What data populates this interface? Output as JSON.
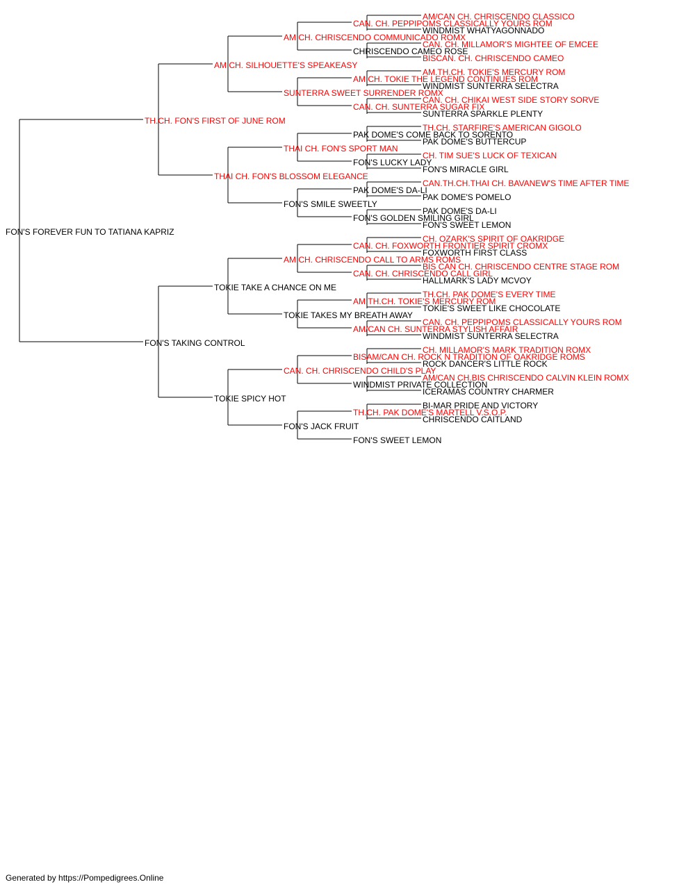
{
  "colors": {
    "champion": "#ff0000",
    "normal": "#000000",
    "line": "#000000"
  },
  "footer": "Generated by https://Pompedigrees.Online",
  "dogs": [
    {
      "name": "FON'S FOREVER FUN TO TATIANA KAPRIZ",
      "champion": false
    },
    {
      "name": "TH.CH. FON'S FIRST OF JUNE ROM",
      "champion": true
    },
    {
      "name": "FON'S TAKING CONTROL",
      "champion": false
    },
    {
      "name": "AM CH. SILHOUETTE'S SPEAKEASY",
      "champion": true
    },
    {
      "name": "THAI CH. FON'S BLOSSOM ELEGANCE",
      "champion": true
    },
    {
      "name": "TOKIE TAKE A CHANCE ON ME",
      "champion": false
    },
    {
      "name": "TOKIE SPICY HOT",
      "champion": false
    },
    {
      "name": "AM CH. CHRISCENDO COMMUNICADO ROMX",
      "champion": true
    },
    {
      "name": "SUNTERRA SWEET SURRENDER ROMX",
      "champion": true
    },
    {
      "name": "THAI CH. FON'S SPORT MAN",
      "champion": true
    },
    {
      "name": "FON'S SMILE SWEETLY",
      "champion": false
    },
    {
      "name": "AM CH. CHRISCENDO CALL TO ARMS ROMS",
      "champion": true
    },
    {
      "name": "TOKIE TAKES MY BREATH AWAY",
      "champion": false
    },
    {
      "name": "CAN. CH. CHRISCENDO CHILD'S PLAY",
      "champion": true
    },
    {
      "name": "FON'S JACK FRUIT",
      "champion": false
    },
    {
      "name": "CAN. CH. PEPPIPOMS CLASSICALLY YOURS ROM",
      "champion": true
    },
    {
      "name": "CHRISCENDO CAMEO ROSE",
      "champion": false
    },
    {
      "name": "AM CH. TOKIE THE LEGEND CONTINUES ROM",
      "champion": true
    },
    {
      "name": "CAN. CH. SUNTERRA SUGAR FIX",
      "champion": true
    },
    {
      "name": "PAK DOME'S COME BACK TO SORENTO",
      "champion": false
    },
    {
      "name": "FON'S LUCKY LADY",
      "champion": false
    },
    {
      "name": "PAK DOME'S DA-LI",
      "champion": false
    },
    {
      "name": "FON'S GOLDEN SMILING GIRL",
      "champion": false
    },
    {
      "name": "CAN. CH. FOXWORTH FRONTIER SPIRIT CROMX",
      "champion": true
    },
    {
      "name": "CAN. CH. CHRISCENDO CALL GIRL",
      "champion": true
    },
    {
      "name": "AM.TH.CH. TOKIE'S MERCURY ROM",
      "champion": true
    },
    {
      "name": "AM/CAN CH. SUNTERRA STYLISH AFFAIR",
      "champion": true
    },
    {
      "name": "BISAM/CAN CH. ROCK N TRADITION OF OAKRIDGE ROMS",
      "champion": true
    },
    {
      "name": "WINDMIST PRIVATE COLLECTION",
      "champion": false
    },
    {
      "name": "TH.CH. PAK DOME'S MARTELL V.S.O.P.",
      "champion": true
    },
    {
      "name": "FON'S SWEET LEMON",
      "champion": false
    },
    {
      "name": "AM/CAN CH. CHRISCENDO CLASSICO",
      "champion": true
    },
    {
      "name": "WINDMIST WHATYAGONNADO",
      "champion": false
    },
    {
      "name": "CAN. CH. MILLAMOR'S MIGHTEE OF EMCEE",
      "champion": true
    },
    {
      "name": "BISCAN. CH. CHRISCENDO CAMEO",
      "champion": true
    },
    {
      "name": "AM.TH.CH. TOKIE'S MERCURY ROM",
      "champion": true
    },
    {
      "name": "WINDMIST SUNTERRA SELECTRA",
      "champion": false
    },
    {
      "name": "CAN. CH. CHIKAI WEST SIDE STORY SORVE",
      "champion": true
    },
    {
      "name": "SUNTERRA SPARKLE PLENTY",
      "champion": false
    },
    {
      "name": "TH.CH. STARFIRE'S AMERICAN GIGOLO",
      "champion": true
    },
    {
      "name": "PAK DOME'S BUTTERCUP",
      "champion": false
    },
    {
      "name": "CH. TIM SUE'S LUCK OF TEXICAN",
      "champion": true
    },
    {
      "name": "FON'S MIRACLE GIRL",
      "champion": false
    },
    {
      "name": "CAN.TH.CH.THAI CH. BAVANEW'S TIME AFTER TIME",
      "champion": true
    },
    {
      "name": "PAK DOME'S POMELO",
      "champion": false
    },
    {
      "name": "PAK DOME'S DA-LI",
      "champion": false
    },
    {
      "name": "FON'S SWEET LEMON",
      "champion": false
    },
    {
      "name": "CH. OZARK'S SPIRIT OF OAKRIDGE",
      "champion": true
    },
    {
      "name": "FOXWORTH FIRST CLASS",
      "champion": false
    },
    {
      "name": "BIS CAN CH. CHRISCENDO CENTRE STAGE ROM",
      "champion": true
    },
    {
      "name": "HALLMARK'S LADY MCVOY",
      "champion": false
    },
    {
      "name": "TH.CH. PAK DOME'S EVERY TIME",
      "champion": true
    },
    {
      "name": "TOKIE'S SWEET LIKE CHOCOLATE",
      "champion": false
    },
    {
      "name": "CAN. CH. PEPPIPOMS CLASSICALLY YOURS ROM",
      "champion": true
    },
    {
      "name": "WINDMIST SUNTERRA SELECTRA",
      "champion": false
    },
    {
      "name": "CH. MILLAMOR'S MARK TRADITION ROMX",
      "champion": true
    },
    {
      "name": "ROCK DANCER'S LITTLE ROCK",
      "champion": false
    },
    {
      "name": "AM/CAN CH.BIS CHRISCENDO CALVIN KLEIN ROMX",
      "champion": true
    },
    {
      "name": "ICERAMAS COUNTRY CHARMER",
      "champion": false
    },
    {
      "name": "BI-MAR PRIDE AND VICTORY",
      "champion": false
    },
    {
      "name": "CHRISCENDO CAITLAND",
      "champion": false
    },
    null,
    null
  ]
}
